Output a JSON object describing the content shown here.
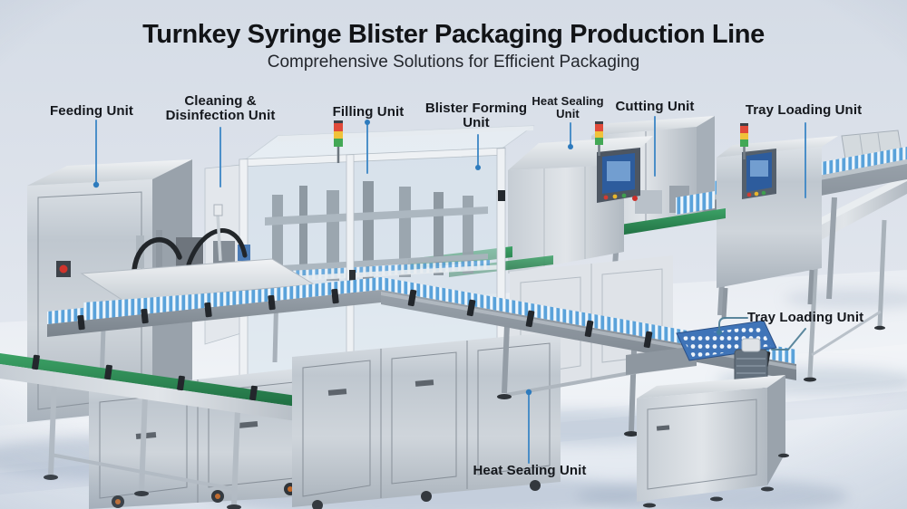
{
  "header": {
    "title": "Turnkey Syringe Blister Packaging Production Line",
    "subtitle": "Comprehensive Solutions for Efficient Packaging"
  },
  "callouts": {
    "feeding": {
      "label": "Feeding Unit"
    },
    "cleaning": {
      "line1": "Cleaning &",
      "line2": "Disinfection Unit"
    },
    "filling": {
      "label": "Filling Unit"
    },
    "blister_forming": {
      "line1": "Blister Forming",
      "line2": "Unit"
    },
    "heat_sealing_top": {
      "line1": "Heat Sealing",
      "line2": "Unit"
    },
    "cutting": {
      "label": "Cutting Unit"
    },
    "tray_loading_top": {
      "label": "Tray Loading Unit"
    },
    "tray_loading_mid": {
      "label": "Tray Loading Unit"
    },
    "heat_sealing_bottom": {
      "label": "Heat Sealing Unit"
    }
  },
  "palette": {
    "background": "#dfe4ec",
    "leader_line": "#3f88c5",
    "leader_line_steel": "#4f7e95",
    "belt_green": "#2f9058",
    "syringe_blue": "#5aa2da",
    "tray_blue": "#3f74b8",
    "hmi_screen_blue": "#2d5c9d",
    "stack_light_red": "#e04a3a",
    "stack_light_yellow": "#f0c23a",
    "stack_light_green": "#43a855",
    "estop_red": "#d0342c"
  }
}
